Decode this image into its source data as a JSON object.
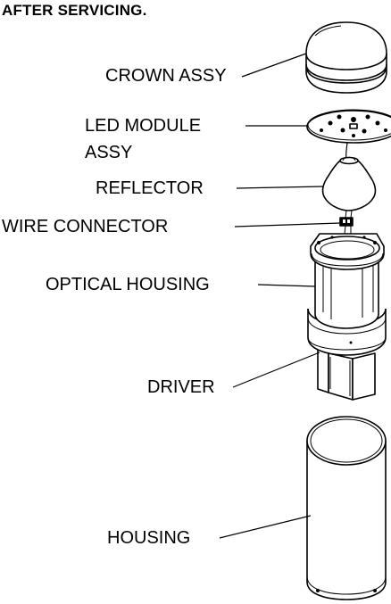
{
  "heading": "AFTER SERVICING.",
  "labels": {
    "crown": "CROWN ASSY",
    "led_line1": "LED MODULE",
    "led_line2": "ASSY",
    "reflector": "REFLECTOR",
    "wire": "WIRE CONNECTOR",
    "optical": "OPTICAL HOUSING",
    "driver": "DRIVER",
    "housing": "HOUSING"
  }
}
